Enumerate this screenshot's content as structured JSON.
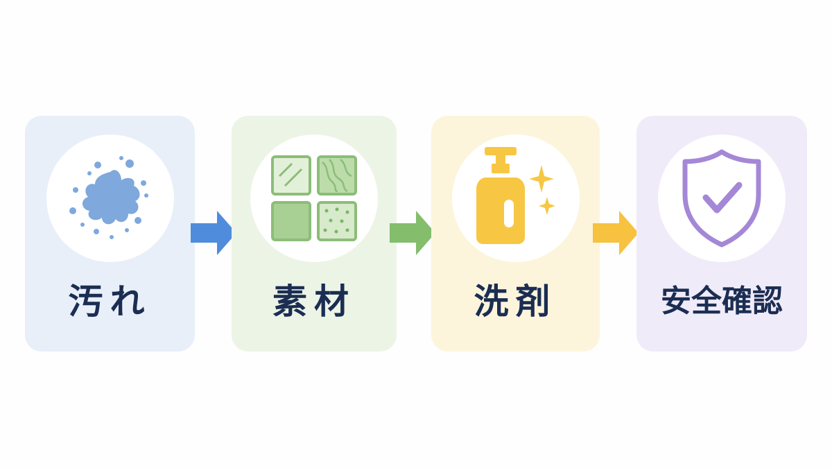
{
  "steps": [
    {
      "label": "汚れ",
      "icon": "splash-icon",
      "color": "#7fa8dc"
    },
    {
      "label": "素材",
      "icon": "material-tiles-icon",
      "color": "#8cbd78"
    },
    {
      "label": "洗剤",
      "icon": "detergent-bottle-icon",
      "color": "#f7c743"
    },
    {
      "label": "安全確認",
      "icon": "shield-check-icon",
      "color": "#a488d6"
    }
  ],
  "arrows": [
    {
      "icon": "arrow-right-icon",
      "color": "#4f8cdc"
    },
    {
      "icon": "arrow-right-icon",
      "color": "#84bd6c"
    },
    {
      "icon": "arrow-right-icon",
      "color": "#f7c23f"
    }
  ],
  "colors": {
    "label_text": "#1b2d52",
    "card_backgrounds": [
      "#e8eff9",
      "#ecf4e6",
      "#fcf5dc",
      "#f0ebf8"
    ]
  }
}
